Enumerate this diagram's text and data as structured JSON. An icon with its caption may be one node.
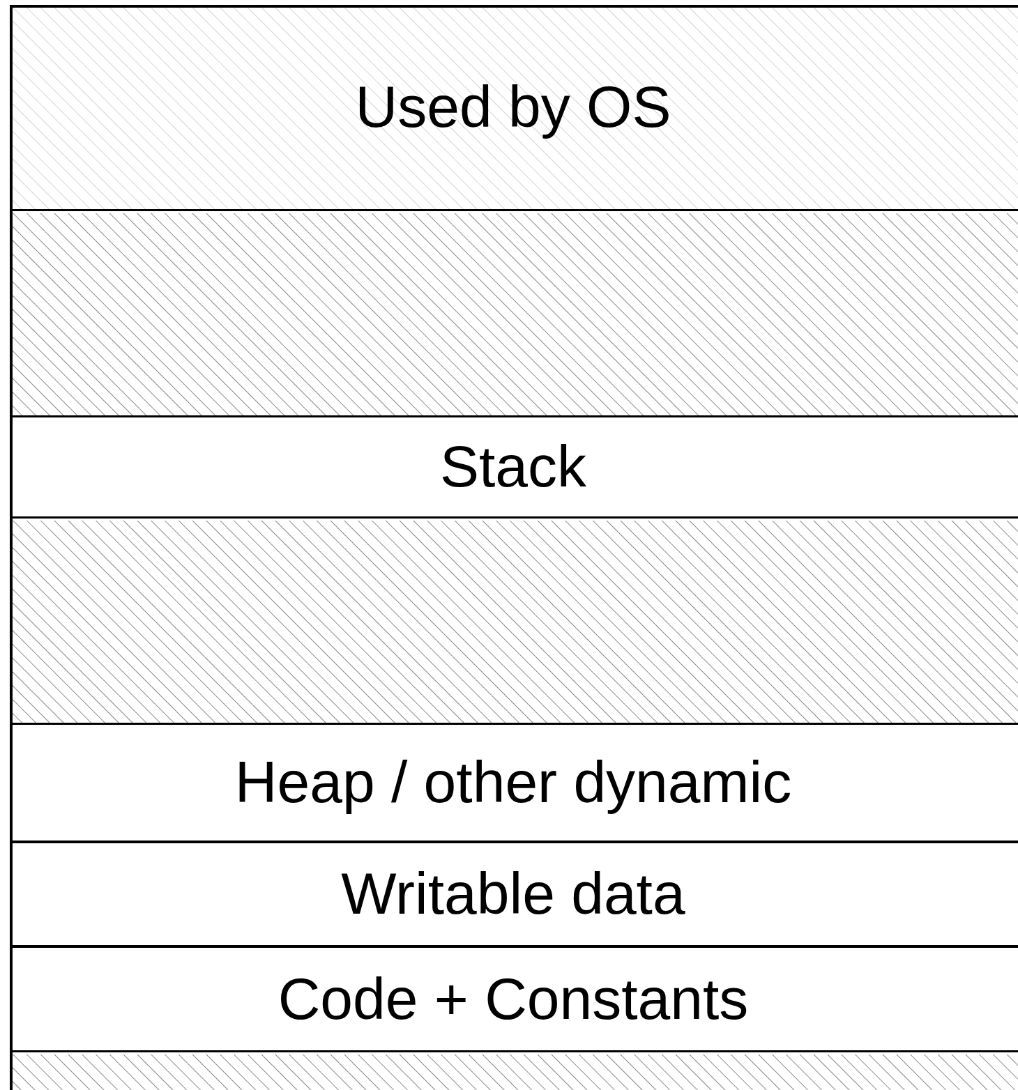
{
  "diagram": {
    "nodes": [
      {
        "text": [
          "Used by OS"
        ]
      },
      {
        "text": [],
        "shape": "box"
      },
      {
        "text": [
          "Stack"
        ]
      },
      {
        "text": [],
        "shape": "box"
      },
      {
        "text": [
          "Heap / other dynamic"
        ]
      },
      {
        "text": [
          "Writable data"
        ]
      },
      {
        "text": [
          "Code + Constants"
        ]
      },
      {
        "text": [],
        "shape": "box"
      }
    ]
  }
}
